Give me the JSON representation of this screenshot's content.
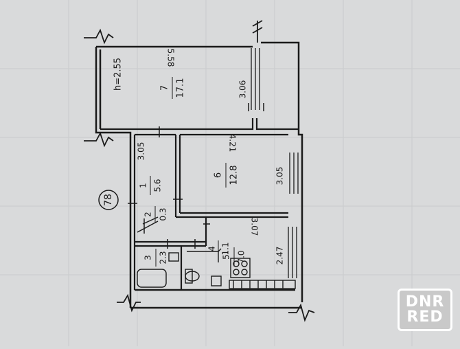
{
  "plan": {
    "building_number": "78",
    "ceiling_height": "h=2.55",
    "rooms": [
      {
        "id": "7",
        "area": "17.1"
      },
      {
        "id": "6",
        "area": "12.8"
      },
      {
        "id": "1",
        "area": "5.6"
      },
      {
        "id": "2",
        "area": "0.3"
      },
      {
        "id": "5",
        "area": "7.0"
      },
      {
        "id": "4",
        "area": "1.1"
      },
      {
        "id": "3",
        "area": "2.3"
      }
    ],
    "dimensions": [
      "5.58",
      "3.06",
      "4.21",
      "3.05",
      "3.05",
      "3.07",
      "2.47"
    ]
  },
  "watermark": {
    "line1": "DNR",
    "line2": "RED"
  },
  "colors": {
    "paper": "#d9dadb",
    "ink": "#1a1a1a",
    "watermark_bg": "#c9c9c9"
  }
}
